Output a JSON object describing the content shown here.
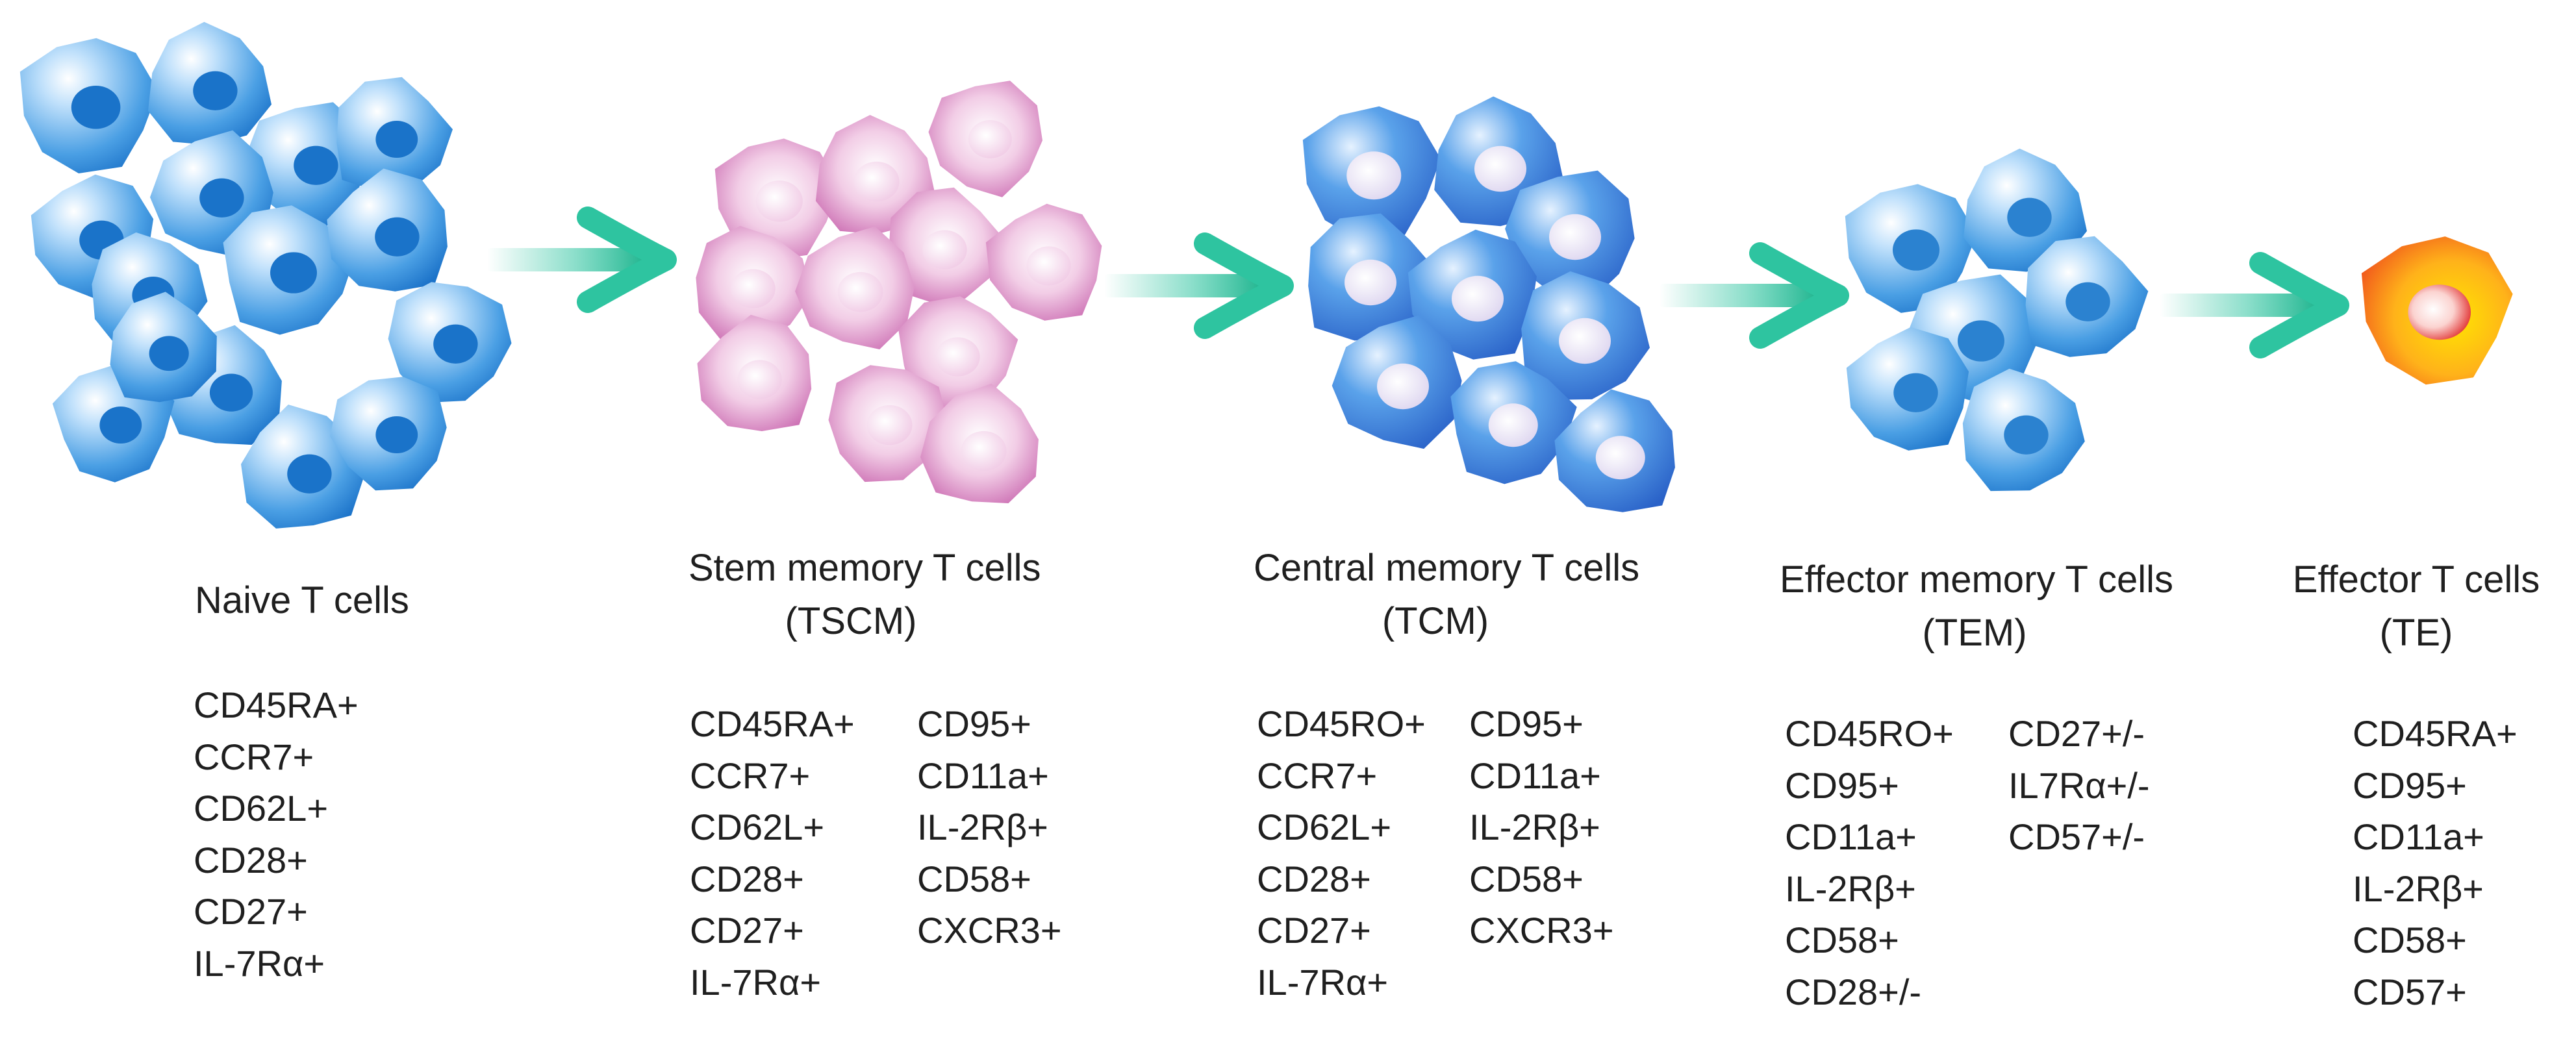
{
  "colors": {
    "naive": "#1a73c9",
    "stem_memory": "#c45aa8",
    "central_memory": "#2a79d4",
    "effector_memory": "#2b82d0",
    "effector_outer": "#f07a1c",
    "effector_inner": "#ffd21a",
    "arrow": "#2ec4a0",
    "text": "#1f1f1f"
  },
  "stages": [
    {
      "id": "naive",
      "title": [
        "Naive T cells"
      ],
      "markers": [
        [
          "CD45RA+",
          "CCR7+",
          "CD62L+",
          "CD28+",
          "CD27+",
          "IL-7Rα+"
        ]
      ]
    },
    {
      "id": "stem-memory",
      "title": [
        "Stem memory T cells",
        "(TSCM)"
      ],
      "markers": [
        [
          "CD45RA+",
          "CCR7+",
          "CD62L+",
          "CD28+",
          "CD27+",
          "IL-7Rα+"
        ],
        [
          "CD95+",
          "CD11a+",
          "IL-2Rβ+",
          "CD58+",
          "CXCR3+"
        ]
      ]
    },
    {
      "id": "central-memory",
      "title": [
        "Central memory T cells",
        "(TCM)"
      ],
      "markers": [
        [
          "CD45RO+",
          "CCR7+",
          "CD62L+",
          "CD28+",
          "CD27+",
          "IL-7Rα+"
        ],
        [
          "CD95+",
          "CD11a+",
          "IL-2Rβ+",
          "CD58+",
          "CXCR3+"
        ]
      ]
    },
    {
      "id": "effector-memory",
      "title": [
        "Effector memory T cells",
        "(TEM)"
      ],
      "markers": [
        [
          "CD45RO+",
          "CD95+",
          "CD11a+",
          "IL-2Rβ+",
          "CD58+",
          "CD28+/-"
        ],
        [
          "CD27+/-",
          "IL7Rα+/-",
          "CD57+/-"
        ]
      ]
    },
    {
      "id": "effector",
      "title": [
        "Effector T cells",
        "(TE)"
      ],
      "markers": [
        [
          "CD45RA+",
          "CD95+",
          "CD11a+",
          "IL-2Rβ+",
          "CD58+",
          "CD57+"
        ]
      ]
    }
  ]
}
